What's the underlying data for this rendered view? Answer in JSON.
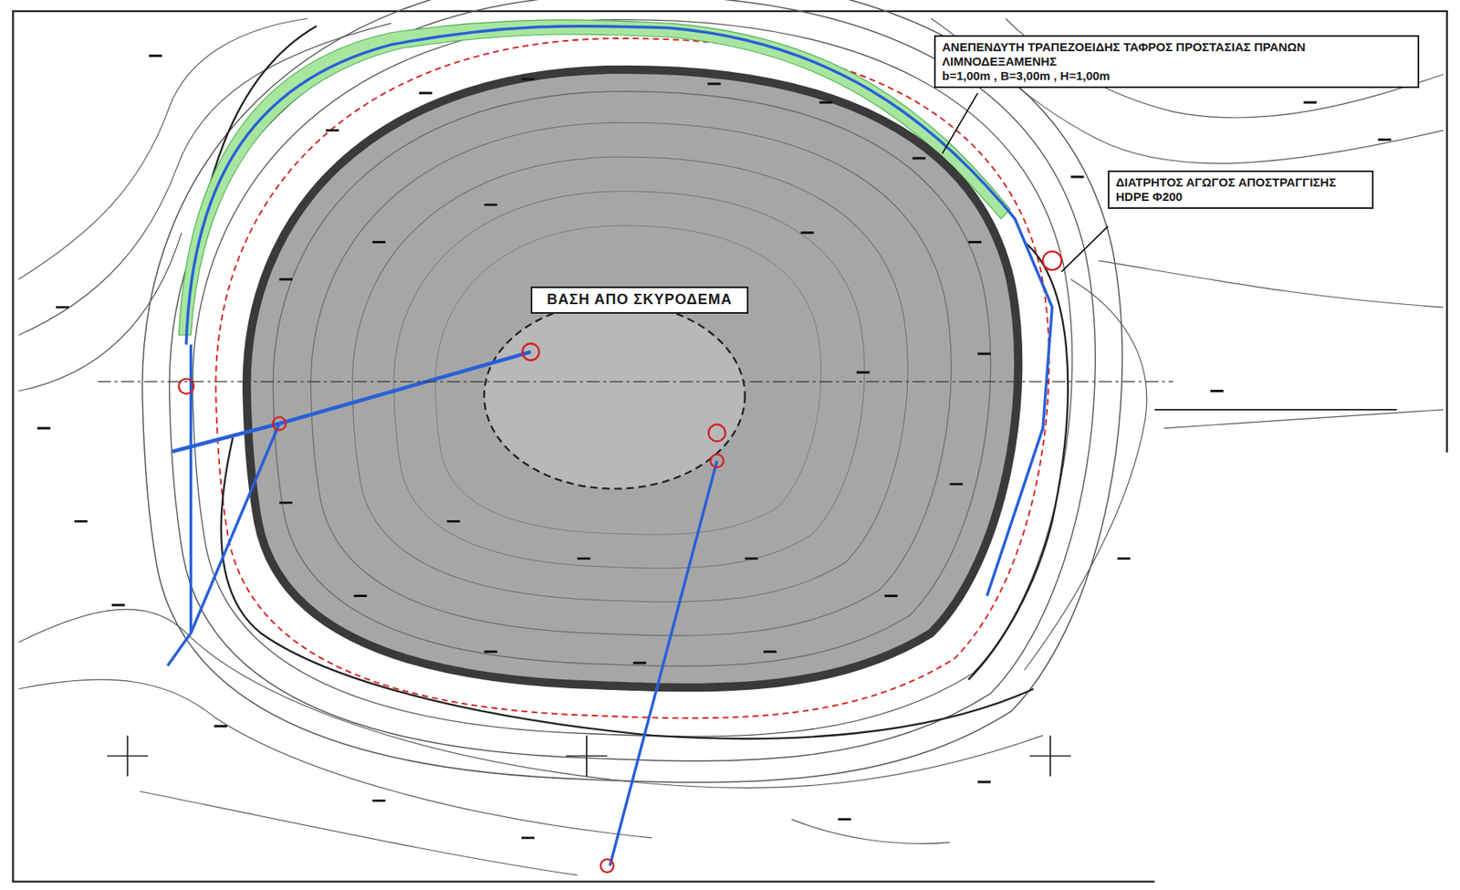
{
  "diagram": {
    "nodes": [
      {
        "text": [
          "ΑΝΕΠΕΝΔΥΤΗ ΤΡΑΠΕΖΟΕΙΔΗΣ ΤΑΦΡΟΣ ΠΡΟΣΤΑΣΙΑΣ ΠΡΑΝΩΝ ΛΙΜΝΟΔΕΞΑΜΕΝΗΣ",
          "b=1,00m , B=3,00m , H=1,00m"
        ]
      },
      {
        "text": [
          "ΔΙΑΤΡΗΤΟΣ ΑΓΩΓΟΣ ΑΠΟΣΤΡΑΓΓΙΣΗΣ HDPE Φ200"
        ]
      },
      {
        "text": [
          "ΒΑΣΗ ΑΠΟ ΣΚΥΡΟΔΕΜΑ"
        ]
      }
    ]
  }
}
